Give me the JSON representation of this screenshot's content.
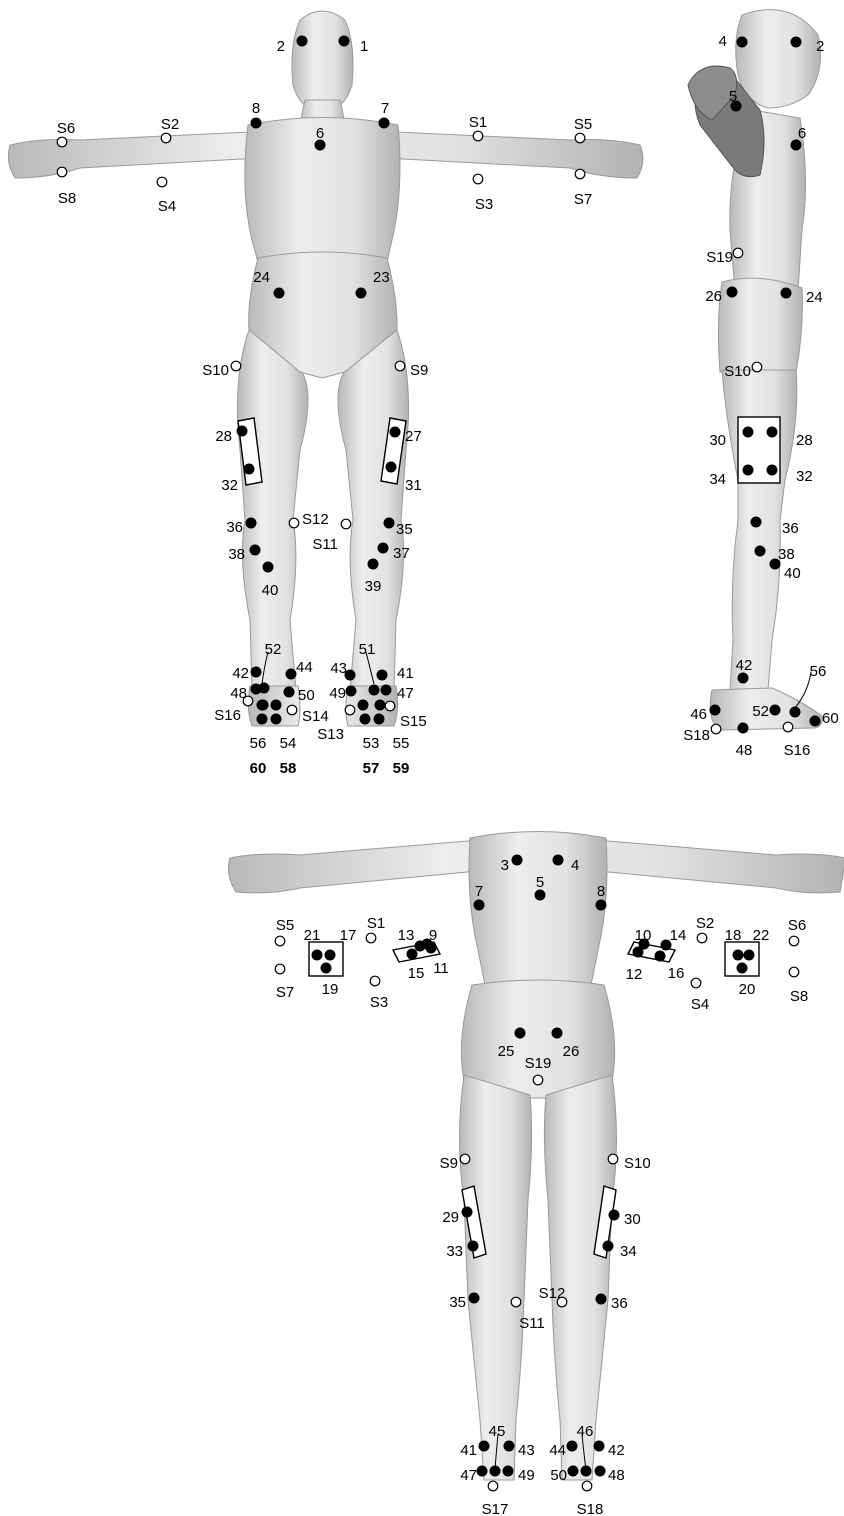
{
  "colors": {
    "body": "#dcdcdc",
    "bodyEdge": "#9a9a9a",
    "shade": "#bcbcbc",
    "dark": "#7a7a7a",
    "marker": "#000000",
    "sensorFill": "#ffffff"
  },
  "markers": {
    "front": [
      "1",
      "2",
      "6",
      "7",
      "8",
      "23",
      "24",
      "27",
      "28",
      "31",
      "32",
      "35",
      "36",
      "37",
      "38",
      "39",
      "40",
      "41",
      "42",
      "43",
      "44",
      "47",
      "48",
      "49",
      "50",
      "51",
      "52",
      "53",
      "54",
      "55",
      "56",
      "57",
      "58",
      "59",
      "60"
    ],
    "side": [
      "2",
      "4",
      "5",
      "6",
      "24",
      "26",
      "28",
      "30",
      "32",
      "34",
      "36",
      "38",
      "40",
      "42",
      "46",
      "48",
      "52",
      "56",
      "60"
    ],
    "back": [
      "3",
      "4",
      "5",
      "7",
      "8",
      "9",
      "10",
      "11",
      "12",
      "13",
      "14",
      "15",
      "16",
      "17",
      "18",
      "19",
      "20",
      "21",
      "22",
      "25",
      "26",
      "29",
      "30",
      "33",
      "34",
      "35",
      "36",
      "41",
      "42",
      "43",
      "44",
      "45",
      "46",
      "47",
      "48",
      "49",
      "50"
    ]
  },
  "sensors": {
    "front": [
      "S1",
      "S2",
      "S3",
      "S4",
      "S5",
      "S6",
      "S7",
      "S8",
      "S9",
      "S10",
      "S11",
      "S12",
      "S13",
      "S14",
      "S15",
      "S16"
    ],
    "side": [
      "S10",
      "S16",
      "S18",
      "S19"
    ],
    "back": [
      "S1",
      "S2",
      "S3",
      "S4",
      "S5",
      "S6",
      "S7",
      "S8",
      "S9",
      "S10",
      "S11",
      "S12",
      "S17",
      "S18",
      "S19"
    ]
  }
}
